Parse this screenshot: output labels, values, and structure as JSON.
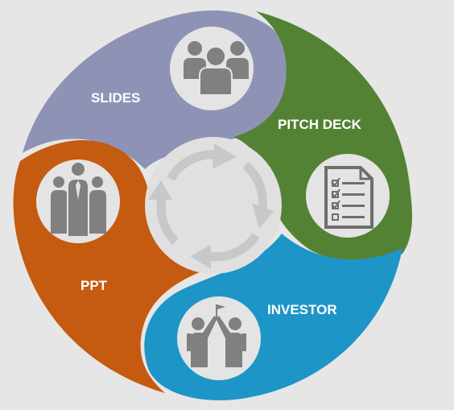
{
  "diagram": {
    "type": "cycle",
    "segments": [
      {
        "id": "slides",
        "label": "SLIDES",
        "color": "#8e93b6",
        "icon": "group-people-icon"
      },
      {
        "id": "pitch-deck",
        "label": "PITCH DECK",
        "color": "#548235",
        "icon": "checklist-document-icon"
      },
      {
        "id": "investor",
        "label": "INVESTOR",
        "color": "#1e95c7",
        "icon": "handshake-highfive-icon"
      },
      {
        "id": "ppt",
        "label": "PPT",
        "color": "#c55a11",
        "icon": "business-team-icon"
      }
    ],
    "center": {
      "icon": "cycle-arrows-icon",
      "arrow_color": "#c8c8c8"
    },
    "colors": {
      "background": "#e6e6e6",
      "inner_disc": "#e0e0e0",
      "icon_gray": "#808080"
    }
  }
}
